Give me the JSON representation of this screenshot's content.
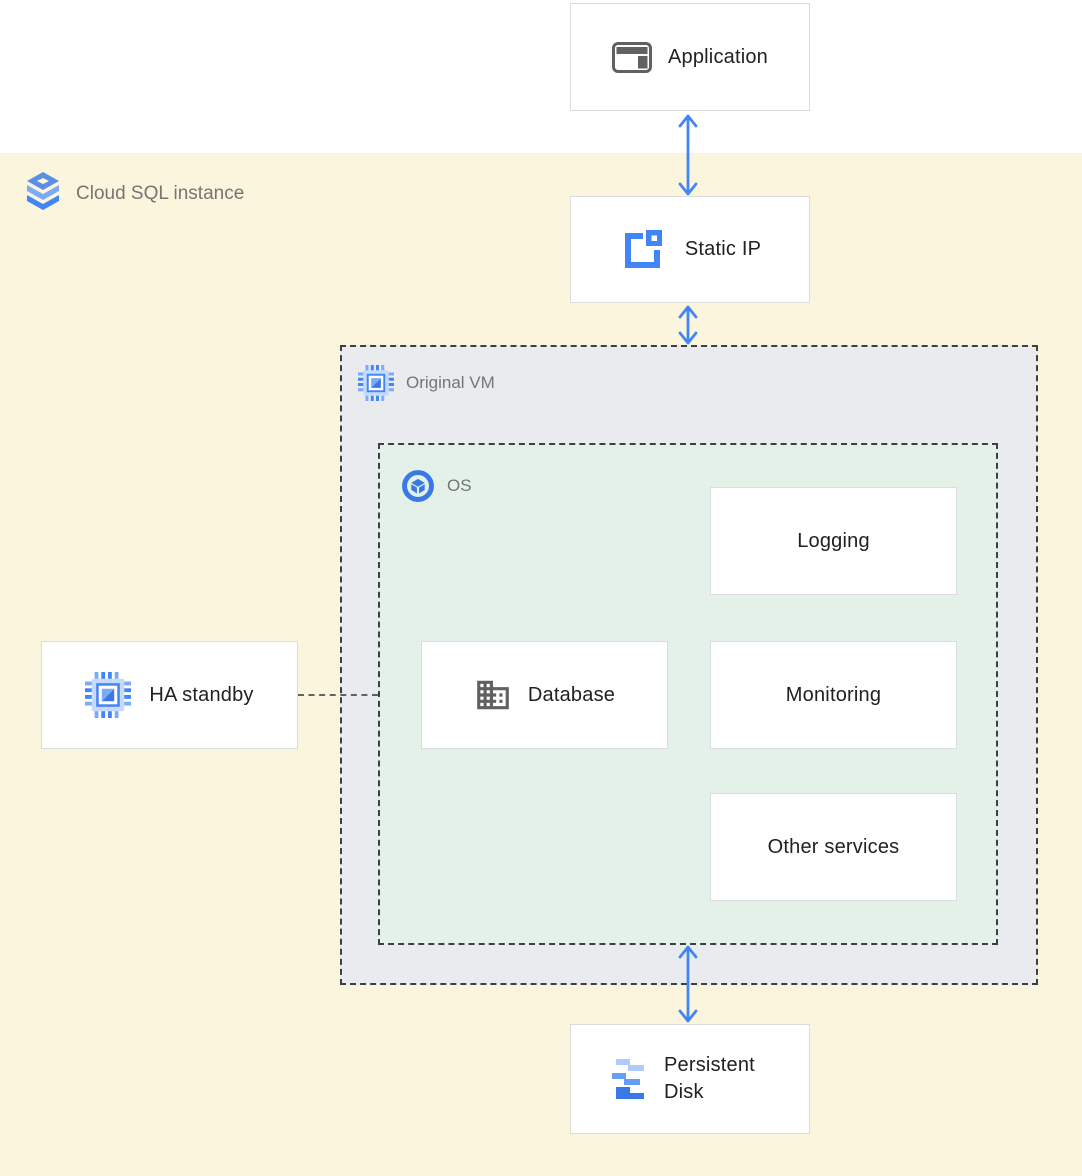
{
  "diagram": {
    "title_region": {
      "label": "Cloud SQL instance"
    },
    "nodes": {
      "application": {
        "label": "Application"
      },
      "static_ip": {
        "label": "Static IP"
      },
      "original_vm": {
        "label": "Original VM"
      },
      "os": {
        "label": "OS"
      },
      "logging": {
        "label": "Logging"
      },
      "database": {
        "label": "Database"
      },
      "monitoring": {
        "label": "Monitoring"
      },
      "other_services": {
        "label": "Other services"
      },
      "ha_standby": {
        "label": "HA standby"
      },
      "persistent_disk": {
        "label": "Persistent Disk"
      }
    },
    "edges": [
      {
        "from": "application",
        "to": "static_ip",
        "style": "double-headed-arrow"
      },
      {
        "from": "static_ip",
        "to": "original_vm",
        "style": "double-headed-arrow"
      },
      {
        "from": "os",
        "to": "persistent_disk",
        "style": "double-headed-arrow"
      },
      {
        "from": "ha_standby",
        "to": "os",
        "style": "dashed-line"
      }
    ],
    "colors": {
      "page_background": "#ffffff",
      "region_background": "#fcf5dd",
      "vm_fill": "#eaebee",
      "os_fill": "#e3f1e8",
      "dashed_border": "#3c4043",
      "node_border": "#dadce0",
      "arrow_blue": "#4285f4",
      "icon_gray": "#616161",
      "label_gray": "#757575",
      "text_dark": "#212121"
    }
  }
}
